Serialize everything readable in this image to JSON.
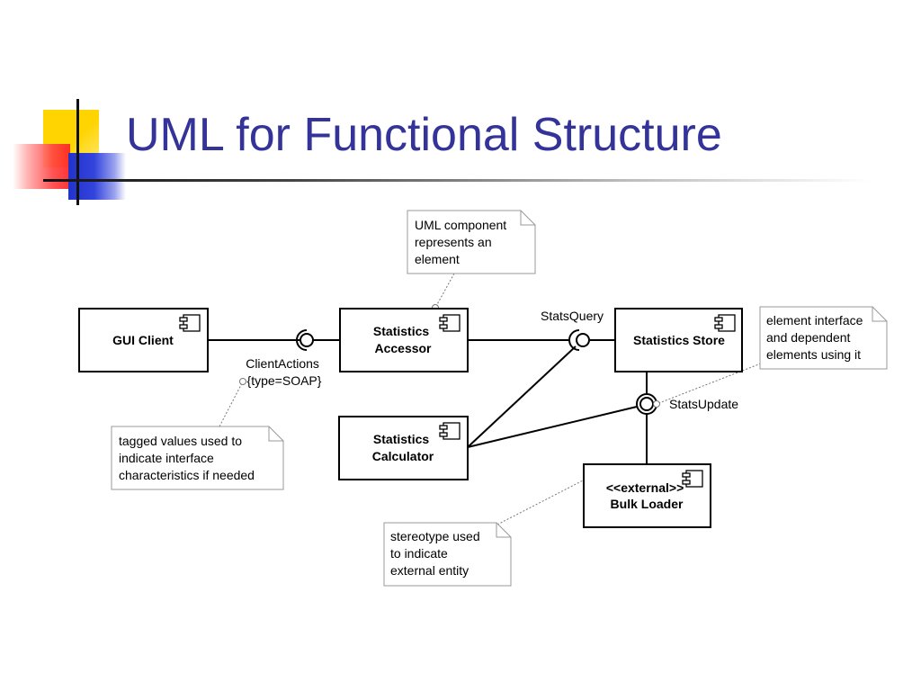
{
  "title": "UML for Functional Structure",
  "colors": {
    "title": "#333399",
    "deco_yellow": "#ffd400",
    "deco_red": "#ff3333",
    "deco_blue": "#2233cc",
    "line": "#000000",
    "note_border": "#999999"
  },
  "components": {
    "gui_client": {
      "lines": [
        "GUI Client"
      ]
    },
    "stats_accessor": {
      "lines": [
        "Statistics",
        "Accessor"
      ]
    },
    "stats_store": {
      "lines": [
        "Statistics Store"
      ]
    },
    "stats_calculator": {
      "lines": [
        "Statistics",
        "Calculator"
      ]
    },
    "bulk_loader": {
      "lines": [
        "<<external>>",
        "Bulk Loader"
      ]
    }
  },
  "interfaces": {
    "client_actions": {
      "lines": [
        "ClientActions",
        "{type=SOAP}"
      ]
    },
    "stats_query": {
      "lines": [
        "StatsQuery"
      ]
    },
    "stats_update": {
      "lines": [
        "StatsUpdate"
      ]
    }
  },
  "notes": {
    "uml_component": {
      "lines": [
        "UML component",
        "represents an",
        "element"
      ]
    },
    "element_interface": {
      "lines": [
        "element interface",
        "and dependent",
        "elements using it"
      ]
    },
    "tagged_values": {
      "lines": [
        "tagged values used to",
        "indicate interface",
        "characteristics if needed"
      ]
    },
    "stereotype": {
      "lines": [
        "stereotype used",
        "to indicate",
        "external entity"
      ]
    }
  },
  "icons": {
    "component": "uml-component-icon"
  }
}
